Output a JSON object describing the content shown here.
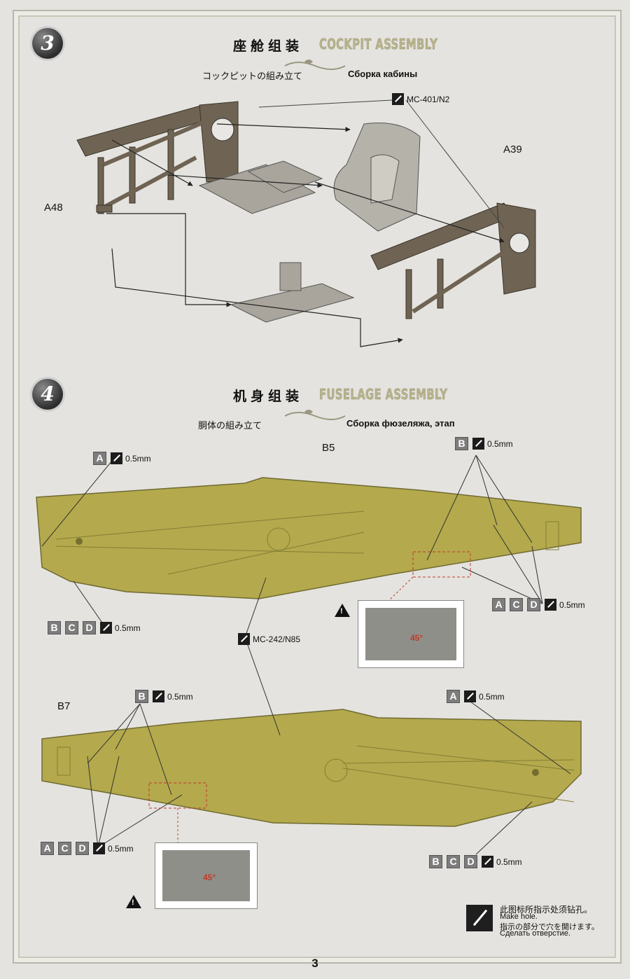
{
  "step3": {
    "number": "3",
    "title_cn": "座舱组装",
    "title_en": "COCKPIT ASSEMBLY",
    "subtitle_jp": "コックピットの組み立て",
    "subtitle_ru": "Сборка кабины",
    "part_a48": "A48",
    "part_a39": "A39",
    "callout_paint": "MC-401/N2"
  },
  "step4": {
    "number": "4",
    "title_cn": "机身组装",
    "title_en": "FUSELAGE ASSEMBLY",
    "subtitle_jp": "胴体の組み立て",
    "subtitle_ru": "Сборка фюзеляжа, этап",
    "part_b5": "B5",
    "part_b7": "B7",
    "callout_paint": "MC-242/N85",
    "drill_size": "0.5mm",
    "angle": "45°",
    "tags": {
      "a": "A",
      "b": "B",
      "c": "C",
      "d": "D"
    }
  },
  "legend": {
    "cn": "此图标所指示处须钻孔。",
    "en": "Make hole.",
    "jp": "指示の部分で穴を開けます。",
    "ru": "Сделать отверстие."
  },
  "page_number": "3"
}
